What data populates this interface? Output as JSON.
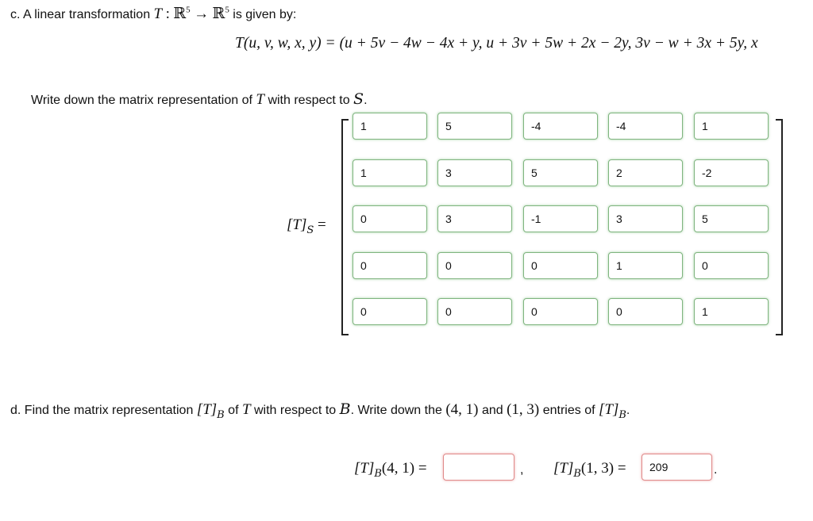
{
  "part_c": {
    "label": "c.",
    "intro": "A linear transformation",
    "map_symbol": "T",
    "colon": ":",
    "domain_space": "ℝ",
    "domain_exp": "5",
    "arrow": "→",
    "codomain_space": "ℝ",
    "codomain_exp": "5",
    "tail": "is given by:",
    "formula": "T(u, v, w, x, y) = (u + 5v − 4w − 4x + y, u + 3v + 5w + 2x − 2y, 3v − w + 3x + 5y, x",
    "instruction_text": "Write down the matrix representation of",
    "instruction_T": "T",
    "instruction_mid": "with respect to",
    "instruction_S": "S",
    "instruction_end": ".",
    "matrix_label_T": "[T]",
    "matrix_label_sub": "S",
    "matrix_label_eq": "=",
    "matrix": [
      [
        "1",
        "5",
        "-4",
        "-4",
        "1"
      ],
      [
        "1",
        "3",
        "5",
        "2",
        "-2"
      ],
      [
        "0",
        "3",
        "-1",
        "3",
        "5"
      ],
      [
        "0",
        "0",
        "0",
        "1",
        "0"
      ],
      [
        "0",
        "0",
        "0",
        "0",
        "1"
      ]
    ]
  },
  "part_d": {
    "label": "d.",
    "text1": "Find the matrix representation",
    "rep_T": "[T]",
    "rep_sub": "B",
    "text2": "of",
    "of_T": "T",
    "text3": "with respect to",
    "wrt_B": "B",
    "text4": ". Write down the",
    "entry_a": "(4, 1)",
    "text5": "and",
    "entry_b": "(1, 3)",
    "text6": "entries of",
    "end_T": "[T]",
    "end_sub": "B",
    "end_period": ".",
    "answer1_label_T": "[T]",
    "answer1_label_sub": "B",
    "answer1_label_idx": "(4, 1) =",
    "answer1_value": "",
    "comma": ",",
    "answer2_label_T": "[T]",
    "answer2_label_sub": "B",
    "answer2_label_idx": "(1, 3) =",
    "answer2_value": "209",
    "period": "."
  },
  "colors": {
    "correct_border": "#7fb47f",
    "incorrect_border": "#e08a8a"
  }
}
